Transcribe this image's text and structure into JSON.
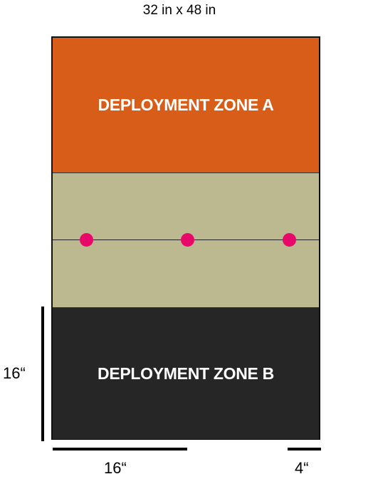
{
  "title": "32 in x 48 in",
  "zones": {
    "a_label": "DEPLOYMENT ZONE A",
    "b_label": "DEPLOYMENT ZONE B",
    "a_color": "#d85d18",
    "mid_color": "#bcb991",
    "b_color": "#262626"
  },
  "objectives": {
    "count": 3,
    "color": "#e8086a"
  },
  "dimensions": {
    "left_depth": "16“",
    "bottom_width": "16“",
    "edge_offset": "4“"
  }
}
